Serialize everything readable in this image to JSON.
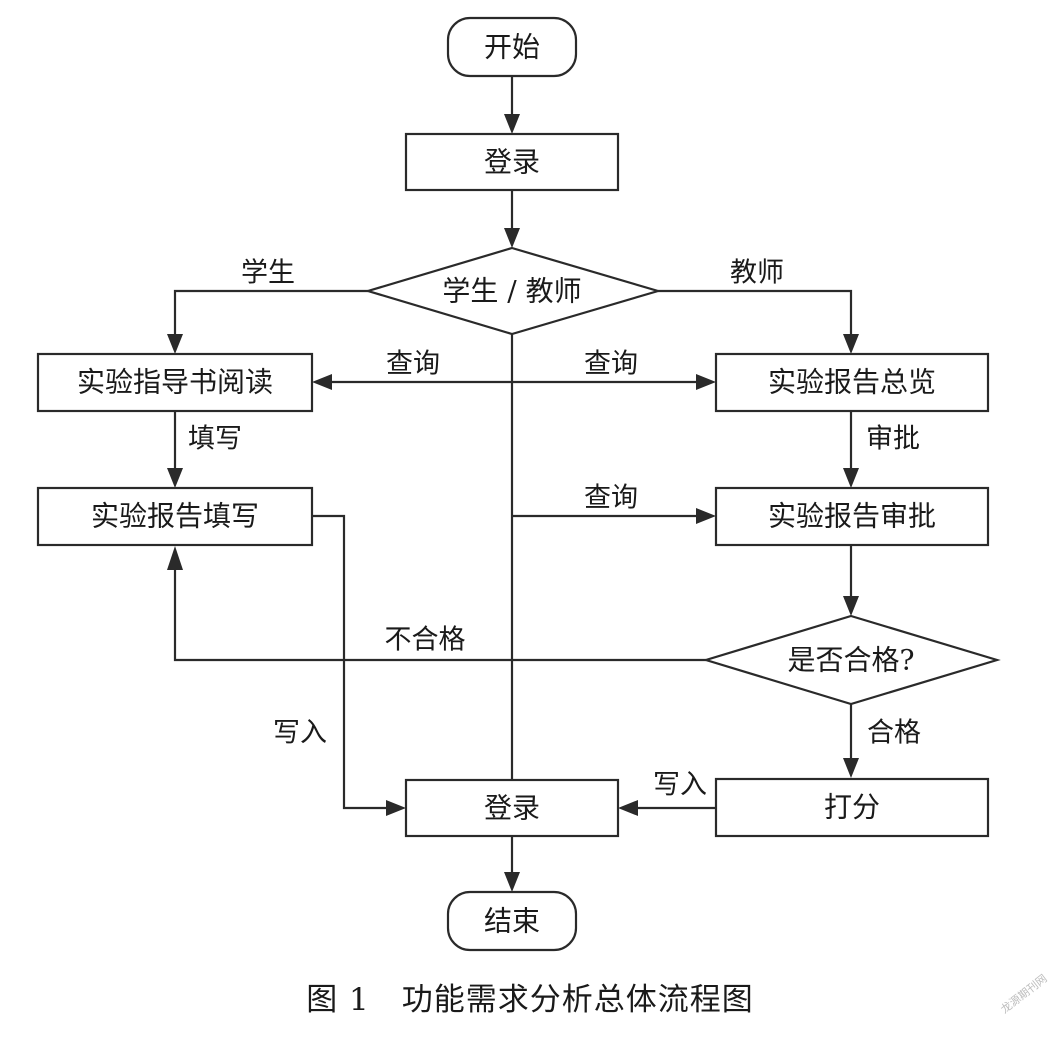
{
  "nodes": {
    "start": "开始",
    "login_top": "登录",
    "role_decision": "学生 / 教师",
    "guide_read": "实验指导书阅读",
    "report_fill": "实验报告填写",
    "report_overview": "实验报告总览",
    "report_approve": "实验报告审批",
    "pass_decision": "是否合格?",
    "score": "打分",
    "login_bottom": "登录",
    "end": "结束"
  },
  "edge_labels": {
    "student": "学生",
    "teacher": "教师",
    "query_left": "查询",
    "query_right": "查询",
    "query_approve": "查询",
    "fill": "填写",
    "approve": "审批",
    "fail": "不合格",
    "pass": "合格",
    "write_in_left": "写入",
    "write_in_right": "写入"
  },
  "caption": "图 1　功能需求分析总体流程图",
  "watermark": "龙源期刊网"
}
